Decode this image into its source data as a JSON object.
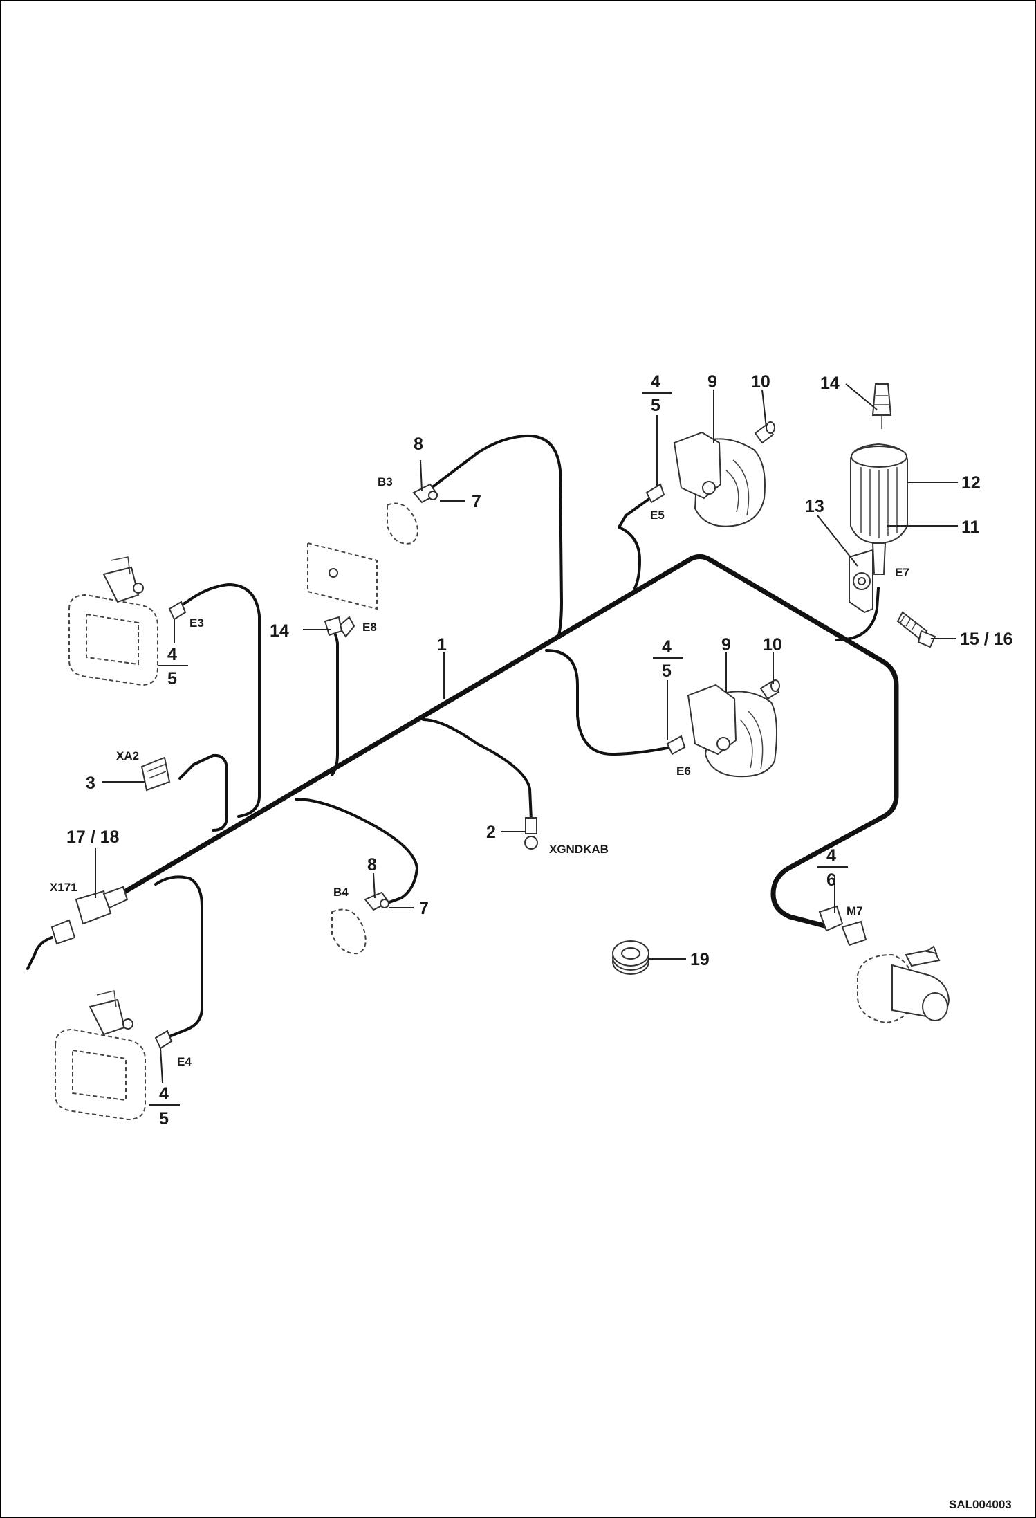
{
  "drawing_code": "SAL004003",
  "callouts": {
    "harness": "1",
    "ground": "2",
    "xa2_item": "3",
    "x171_item": "17 / 18",
    "e8_item": "14",
    "beacon_bulb": "14",
    "beacon_lens": "12",
    "beacon_bracket": "13",
    "beacon_base": "11",
    "beacon_screw": "15 / 16",
    "grommet": "19",
    "b3_a": "8",
    "b3_b": "7",
    "b4_a": "8",
    "b4_b": "7",
    "horn_top": "9",
    "horn_top_sw": "10",
    "horn_mid": "9",
    "horn_mid_sw": "10"
  },
  "fractions": {
    "e5": {
      "num": "4",
      "den": "5"
    },
    "e3": {
      "num": "4",
      "den": "5"
    },
    "e6": {
      "num": "4",
      "den": "5"
    },
    "e4": {
      "num": "4",
      "den": "5"
    },
    "m7": {
      "num": "4",
      "den": "6"
    }
  },
  "designations": {
    "b3": "B3",
    "b4": "B4",
    "e3": "E3",
    "e4": "E4",
    "e5": "E5",
    "e6": "E6",
    "e7": "E7",
    "e8": "E8",
    "m7": "M7",
    "xa2": "XA2",
    "x171": "X171",
    "xgndkab": "XGNDKAB"
  }
}
